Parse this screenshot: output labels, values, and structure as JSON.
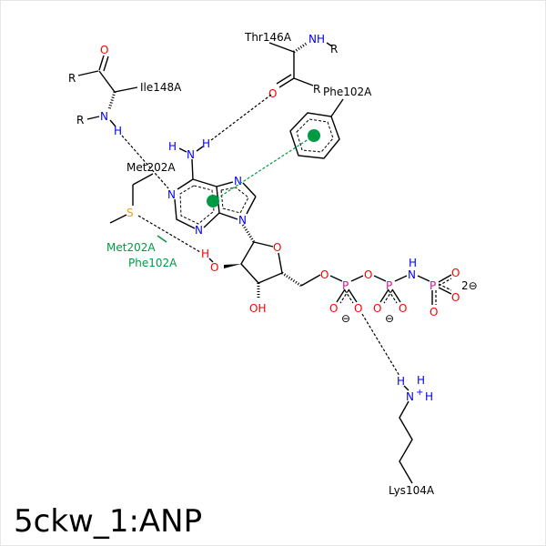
{
  "title": "5ckw_1:ANP",
  "residues": {
    "ile": "Ile148A",
    "thr": "Thr146A",
    "phe": "Phe102A",
    "met": "Met202A",
    "lys": "Lys104A"
  },
  "interaction_labels": {
    "met": "Met202A",
    "phe": "Phe102A"
  },
  "atoms": {
    "O": "O",
    "N": "N",
    "H": "H",
    "R": "R",
    "S": "S",
    "P": "P",
    "NH": "NH",
    "OH": "OH",
    "Nplus": "+",
    "minus": "⊖",
    "charge2": "2⊖"
  },
  "colors": {
    "hbond": "#000000",
    "pi_stacking": "#009944",
    "nitrogen": "#0000ff",
    "oxygen": "#ff0000",
    "phosphorus": "#e0108e",
    "sulfur": "#e6a800"
  }
}
